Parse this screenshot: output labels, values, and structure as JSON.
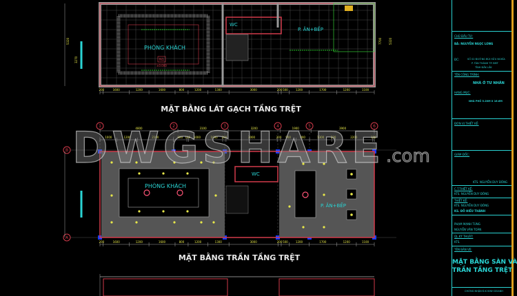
{
  "colors": {
    "background": "#000000",
    "wall": "#d23a4a",
    "column": "#1a3cff",
    "dimension": "#e8e84a",
    "room_label": "#2ad4d4",
    "annotation": "#33ff33",
    "title_block": "#2ad4d4",
    "border": "#e0a020"
  },
  "watermark": {
    "text": "DWGSHARE",
    "suffix": ".com"
  },
  "plan_floor": {
    "title": "MẶT BẰNG LÁT GẠCH TẦNG TRỆT",
    "rooms": {
      "living": "PHÒNG KHÁCH",
      "wc": "WC",
      "kitchen": "P. ĂN+BẾP"
    },
    "level_tag": "N1",
    "level_value": "±0.000",
    "dims_left": [
      "5320",
      "3270"
    ],
    "dims_right": [
      "7700",
      "5320"
    ],
    "dims_bottom": [
      "200",
      "1600",
      "1200",
      "1600",
      "800",
      "1200",
      "1300",
      "3000",
      "200",
      "500",
      "1200",
      "1700",
      "1200",
      "1100"
    ]
  },
  "plan_ceiling": {
    "title": "MẶT BẰNG TRẦN TẦNG TRỆT",
    "rooms": {
      "living": "PHÒNG KHÁCH",
      "wc": "WC",
      "kitchen": "P. ĂN+BẾP"
    },
    "axes": [
      "1",
      "2",
      "3",
      "4",
      "5",
      "6"
    ],
    "rows": [
      "B",
      "A"
    ],
    "dims_top": [
      "4800",
      "3100",
      "3200",
      "1900",
      "3900"
    ],
    "dims_top_detail": [
      "1000",
      "1200",
      "2100",
      "800",
      "100",
      "1000",
      "1000",
      "200",
      "3000",
      "200",
      "900",
      "800",
      "1300",
      "200",
      "2200",
      "100"
    ],
    "dims_bottom": [
      "200",
      "1600",
      "1200",
      "1600",
      "800",
      "1200",
      "1300",
      "3000",
      "200",
      "500",
      "1200",
      "1700",
      "1200",
      "1100"
    ]
  },
  "title_block": {
    "owner_label": "CHỦ ĐẦU TƯ:",
    "owner": "BÀ: NGUYỄN  NGỌC LONG",
    "address_label": "ĐC:",
    "address_1": "SỐ 02 ĐƯỜNG BÙI HỮU NGHĨA",
    "address_2": "P. TÂN THÀNH TP. BMT",
    "address_3": "TỈNH ĐẮK LẮK",
    "project_label": "TÊN CÔNG TRÌNH:",
    "project": "NHÀ Ở TƯ NHÂN",
    "item_label": "HẠNG MỤC:",
    "item": "NHÀ PHỐ 5.20M X 16.6M",
    "designer_unit_label": "ĐƠN VỊ THIẾT KẾ:",
    "director_label": "GIÁM ĐỐC:",
    "director": "KTS. NGUYỄN DUY ĐÔNG",
    "chief_label": "C.T.THIẾT KẾ:",
    "chief": "KTS. NGUYỄN DUY ĐÔNG",
    "design_label": "THIẾT KẾ:",
    "design_1": "KTS. NGUYỄN DUY ĐÔNG",
    "design_2": "KS. ĐỖ HIẾU THÀNH",
    "draft_1": "PHẠM MẠNH TÙNG",
    "draft_2": "NGUYỄN VĂN TOÀN",
    "tech_label": "QL.KỸ THUẬT:",
    "tech": "KTS.",
    "sheet_label": "TÊN BẢN VẼ:",
    "sheet_title_1": "MẶT BẰNG SÀN VÀ",
    "sheet_title_2": "TRẦN TẦNG TRỆT",
    "footer": "CHỨNG NHẬN Đ.K KINH DOANH"
  }
}
